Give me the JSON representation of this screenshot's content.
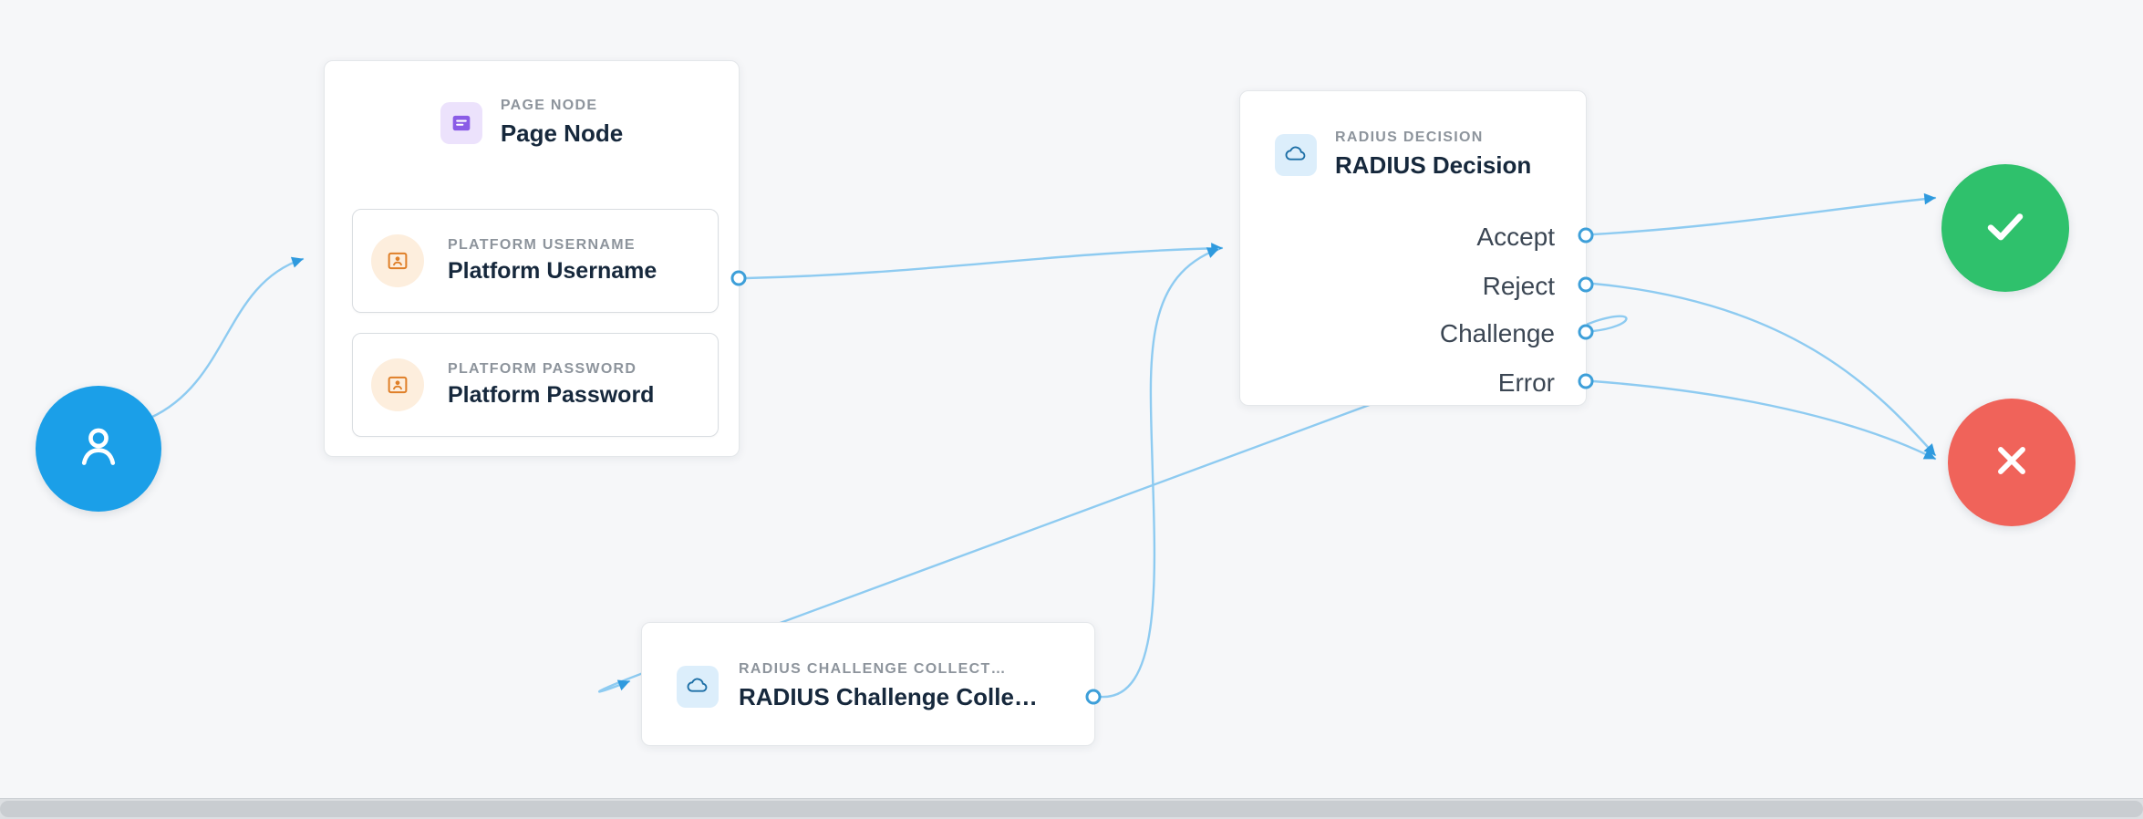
{
  "colors": {
    "background": "#f6f7f9",
    "link": "#8ecbf1",
    "arrow": "#2f9ade",
    "start_node": "#1b9fe8",
    "success_node": "#2fc16c",
    "failure_node": "#f0635a",
    "page_icon": "#8a5ce6",
    "badge_icon": "#df7f28",
    "cloud_icon": "#1d6fa6",
    "port_border": "#3d9fd9"
  },
  "icons": {
    "start": "user-icon",
    "page_node": "form-icon",
    "platform_children": "id-badge-icon",
    "radius_nodes": "cloud-icon",
    "success": "check-icon",
    "failure": "x-icon"
  },
  "nodes": {
    "page_node": {
      "category": "PAGE NODE",
      "title": "Page Node",
      "children": [
        {
          "category": "PLATFORM USERNAME",
          "title": "Platform Username"
        },
        {
          "category": "PLATFORM PASSWORD",
          "title": "Platform Password"
        }
      ]
    },
    "radius_decision": {
      "category": "RADIUS DECISION",
      "title": "RADIUS Decision",
      "outputs": [
        "Accept",
        "Reject",
        "Challenge",
        "Error"
      ]
    },
    "radius_challenge_collector": {
      "category": "RADIUS CHALLENGE COLLECT…",
      "title": "RADIUS Challenge Colle…"
    }
  }
}
